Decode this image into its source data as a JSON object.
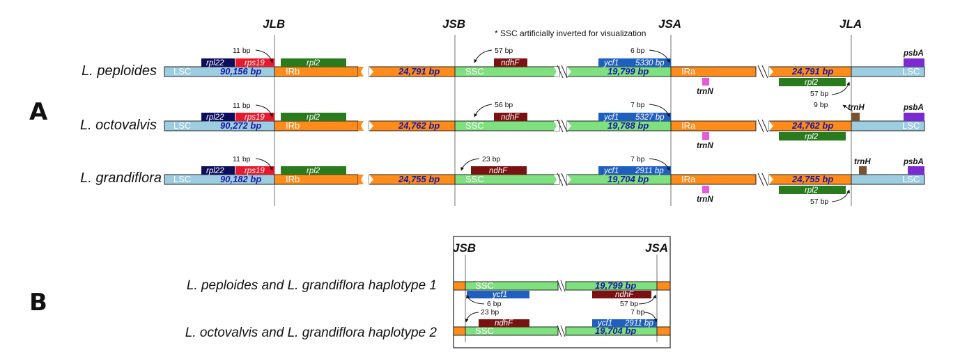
{
  "panels": {
    "a": "A",
    "b": "B"
  },
  "note": "* SSC artificially inverted for visualization",
  "junctions": {
    "jlb": "JLB",
    "jsb": "JSB",
    "jsa": "JSA",
    "jla": "JLA"
  },
  "regions": {
    "lsc": "LSC",
    "irb": "IRb",
    "ssc": "SSC",
    "ira": "IRa"
  },
  "colors": {
    "lsc": "#9ccde0",
    "ir": "#ff8c1a",
    "ssc": "#7fe07f",
    "rpl22": "#0d0d5e",
    "rps19": "#e8192c",
    "rpl2": "#2a7a1e",
    "ndhF": "#7a1212",
    "ycf1": "#1f5fc0",
    "trnN": "#e65bd8",
    "trnH": "#7a5230",
    "psbA": "#7b2ad1"
  },
  "genes": {
    "rpl22": "rpl22",
    "rps19": "rps19",
    "rpl2": "rpl2",
    "ndhF": "ndhF",
    "ycf1": "ycf1",
    "trnN": "trnN",
    "trnH": "trnH",
    "psbA": "psbA"
  },
  "rows": [
    {
      "species": "L. peploides",
      "lsc_size": "90,156 bp",
      "ir_size": "24,791 bp",
      "ssc_size": "19,799 bp",
      "rps19_bp": "11 bp",
      "ndhF_bp": "57 bp",
      "ycf1_bp": "6 bp",
      "ycf1_len": "5330 bp",
      "rpl2_bp": "57 bp"
    },
    {
      "species": "L. octovalvis",
      "lsc_size": "90,272 bp",
      "ir_size": "24,762 bp",
      "ssc_size": "19,788 bp",
      "rps19_bp": "11 bp",
      "ndhF_bp": "56 bp",
      "ycf1_bp": "7 bp",
      "ycf1_len": "5327 bp",
      "trnH_bp": "9 bp"
    },
    {
      "species": "L. grandiflora",
      "lsc_size": "90,182 bp",
      "ir_size": "24,755 bp",
      "ssc_size": "19,704 bp",
      "rps19_bp": "11 bp",
      "ndhF_bp": "23 bp",
      "ycf1_bp": "7 bp",
      "ycf1_len": "2911 bp",
      "rpl2_bp": "57 bp"
    }
  ],
  "haplotypes": [
    {
      "label": "L. peploides and L. grandiflora haplotype 1",
      "ssc_size": "19,799 bp",
      "left_bp": "6 bp",
      "right_bp": "57 bp"
    },
    {
      "label": "L. octovalvis and L. grandiflora haplotype 2",
      "ssc_size": "19,704 bp",
      "left_bp": "23 bp",
      "right_bp": "7 bp",
      "ycf1_len": "2911 bp"
    }
  ]
}
